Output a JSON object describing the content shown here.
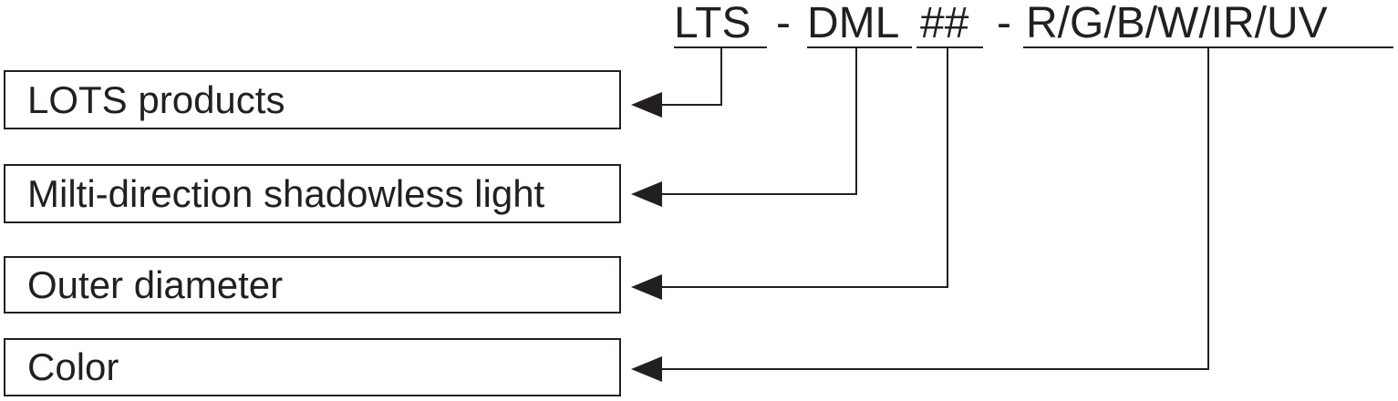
{
  "code": {
    "parts": [
      "LTS",
      "DML",
      "##",
      "R/G/B/W/IR/UV"
    ],
    "separator": "-"
  },
  "labels": [
    "LOTS products",
    "Milti-direction shadowless light",
    "Outer diameter",
    "Color"
  ],
  "colors": {
    "ink": "#231f20"
  }
}
